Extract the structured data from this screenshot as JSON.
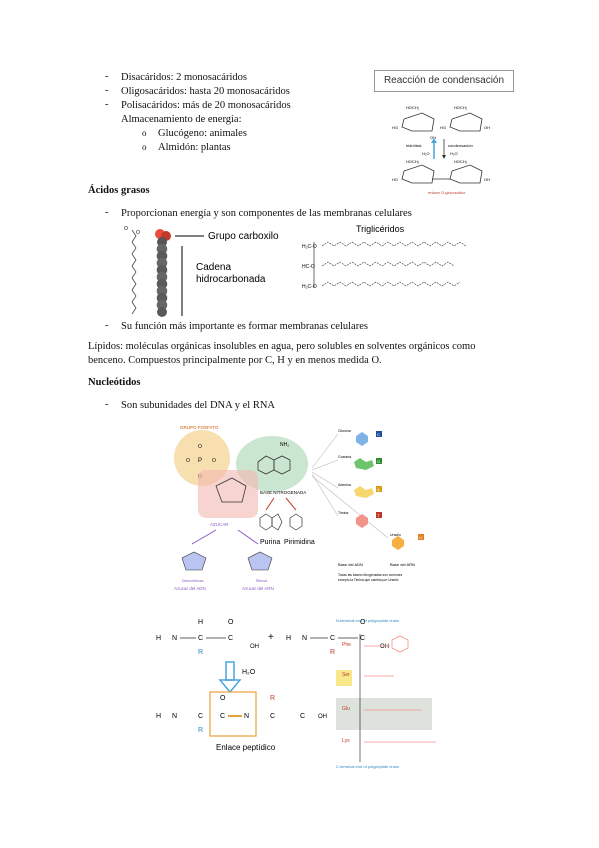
{
  "carbohidratos": {
    "list": [
      "Disacáridos: 2 monosacáridos",
      "Oligosacáridos: hasta 20 monosacáridos",
      "Polisacáridos: más de 20 monosacáridos"
    ],
    "energy_line": "Almacenamiento de energía:",
    "sublist": [
      "Glucógeno: animales",
      "Almidón: plantas"
    ]
  },
  "condensation_figure": {
    "title": "Reacción de condensación",
    "hydrolysis": "hidrólisis",
    "condensation": "condensación",
    "h2o": "H₂O",
    "bond_label": "enlace O-glucosídico",
    "hoch2": "HOCH₂",
    "oh": "OH",
    "ho": "HO"
  },
  "acidos_grasos": {
    "heading": "Ácidos grasos",
    "bullet1": "Proporcionan energía y son componentes de las membranas celulares",
    "bullet2": "Su función más importante es formar membranas celulares",
    "figure": {
      "carboxyl_label": "Grupo carboxilo",
      "chain_label_1": "Cadena",
      "chain_label_2": "hidrocarbonada",
      "triglyceride_label": "Triglicéridos"
    }
  },
  "lipidos_paragraph": "Lípidos: moléculas orgánicas insolubles en agua, pero solubles en solventes orgánicos como benceno. Compuestos principalmente por C, H y en menos medida O.",
  "nucleotidos": {
    "heading": "Nucleótidos",
    "bullet1": "Son subunidades del DNA y el RNA",
    "figure": {
      "phosphate_label": "GRUPO FOSFATO",
      "base_label": "BASE NITROGENADA",
      "sugar_label": "AZUCAR",
      "purine": "Purina",
      "pyrimidine": "Pirimidina",
      "dna_sugar": "Azucar del ADN",
      "rna_sugar": "Azucar del ARN",
      "deoxyribose": "Desoxirribosa",
      "ribose": "Ribosa",
      "base_adn": "Base del ADN",
      "base_arn": "Base del ARN",
      "note": "Todas las bases nitrogenadas son comunes excepto la Timina que cambia por Uracilo",
      "bases": [
        "Citosina",
        "Guanina",
        "Adenina",
        "Timina",
        "Uracilo"
      ],
      "base_letters": [
        "C",
        "G",
        "A",
        "T",
        "U"
      ],
      "nh2": "NH₂"
    }
  },
  "peptide_figure": {
    "label": "Enlace peptídico",
    "h2o": "H₂O",
    "n_terminal": "N-terminal end of polypeptide chain",
    "c_terminal": "C-terminal end of polypeptide chain",
    "residues": [
      "Phe",
      "Ser",
      "Glu",
      "Lys"
    ]
  },
  "colors": {
    "phosphate": "#f2c46d",
    "base": "#b8dcc0",
    "sugar": "#f4b8b0",
    "purple": "#8a5bc7",
    "red": "#c0392b",
    "blue_arrow": "#4aa3df",
    "peptide_box": "#e8a23c"
  }
}
